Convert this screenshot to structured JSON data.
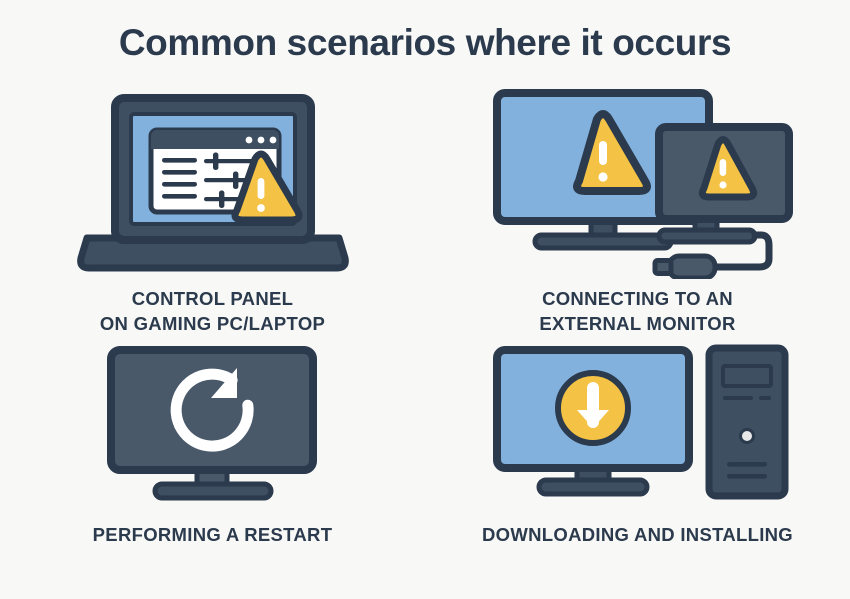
{
  "page": {
    "title": "Common scenarios where it occurs",
    "background_color": "#f8f8f6",
    "text_color": "#2b3a4d"
  },
  "palette": {
    "dark_navy": "#2b3a4d",
    "screen_blue": "#82b1dd",
    "warning_yellow": "#f4c244",
    "white": "#ffffff",
    "dark_screen": "#41505f"
  },
  "scenarios": [
    {
      "id": "control-panel",
      "icon": "laptop-control-panel-warning-icon",
      "caption_lines": [
        "CONTROL PANEL",
        "ON GAMING PC/LAPTOP"
      ]
    },
    {
      "id": "external-monitor",
      "icon": "dual-monitor-warning-usb-icon",
      "caption_lines": [
        "CONNECTING TO AN",
        "EXTERNAL MONITOR"
      ]
    },
    {
      "id": "restart",
      "icon": "monitor-restart-icon",
      "caption_lines": [
        "PERFORMING A RESTART"
      ]
    },
    {
      "id": "downloading-installing",
      "icon": "monitor-download-tower-icon",
      "caption_lines": [
        "DOWNLOADING AND INSTALLING"
      ]
    }
  ]
}
